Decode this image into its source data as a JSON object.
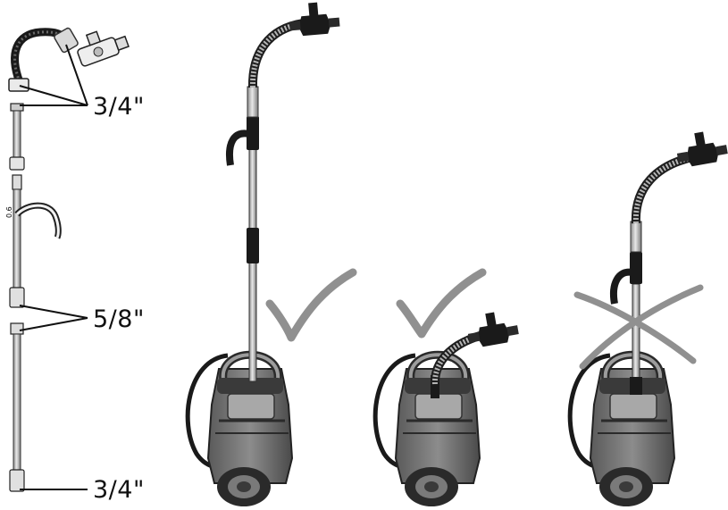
{
  "labels": {
    "top_thread": "3/4\"",
    "middle_thread": "5/8\"",
    "bottom_thread": "3/4\""
  },
  "marks": {
    "correct_1": "check",
    "correct_2": "check",
    "incorrect": "cross"
  },
  "colors": {
    "line": "#111111",
    "pump_body": "#6f6f6f",
    "pump_dark": "#1a1a1a",
    "handle": "#8a8a8a",
    "pipe": "#bdbdbd",
    "hose_metal": "#9a9a9a",
    "mark_gray": "#8f8f8f"
  }
}
